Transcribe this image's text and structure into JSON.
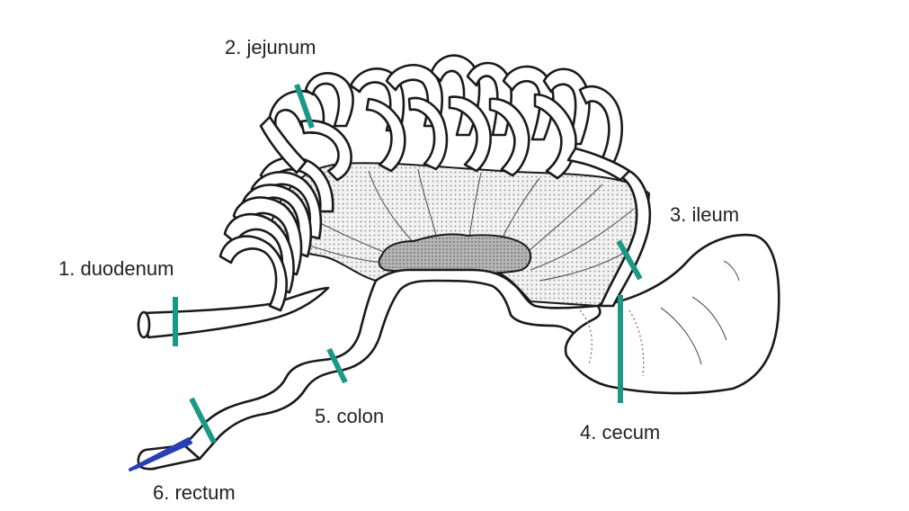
{
  "labels": {
    "duodenum": "1. duodenum",
    "jejunum": "2. jejunum",
    "ileum": "3. ileum",
    "cecum": "4. cecum",
    "colon": "5. colon",
    "rectum": "6. rectum"
  },
  "colors": {
    "cut_marker": "#1a9987",
    "rectum_probe": "#2a3fb5",
    "mesentery_dots": "#8a8a8a",
    "lymph_node_fill": "#9a9a9a",
    "outline": "#1a1a1a"
  }
}
